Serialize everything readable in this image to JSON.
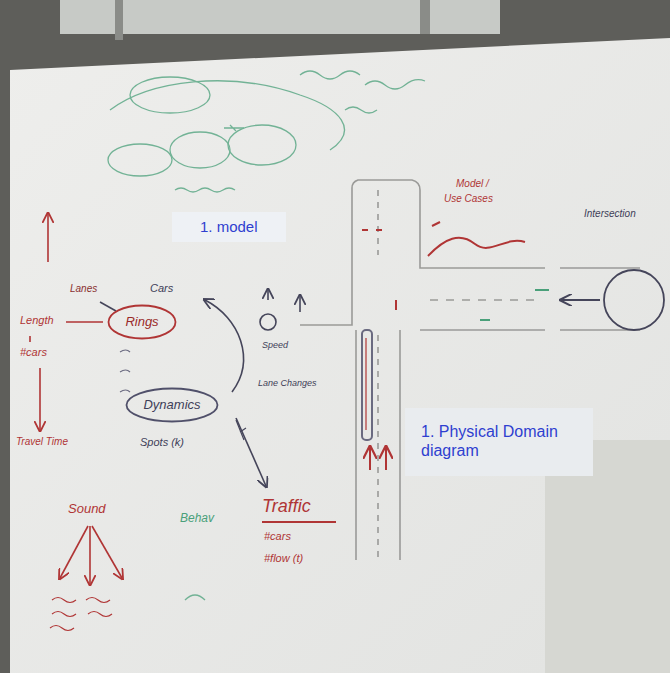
{
  "diagram": {
    "nodes": [
      {
        "text": [
          "1. model"
        ]
      },
      {
        "text": [
          "1. Physical Domain diagram"
        ]
      },
      {
        "text": [
          "Rings"
        ]
      },
      {
        "text": [
          "Dynamics"
        ]
      }
    ],
    "labels": [
      "Lanes",
      "Cars",
      "Length",
      "#cars",
      "Travel Time",
      "Spots (k)",
      "Sound",
      "Traffic",
      "#cars",
      "#flow (t)",
      "Model /",
      "Use Cases",
      "Intersection",
      "Speed",
      "Lane Changes",
      "Behav"
    ]
  }
}
